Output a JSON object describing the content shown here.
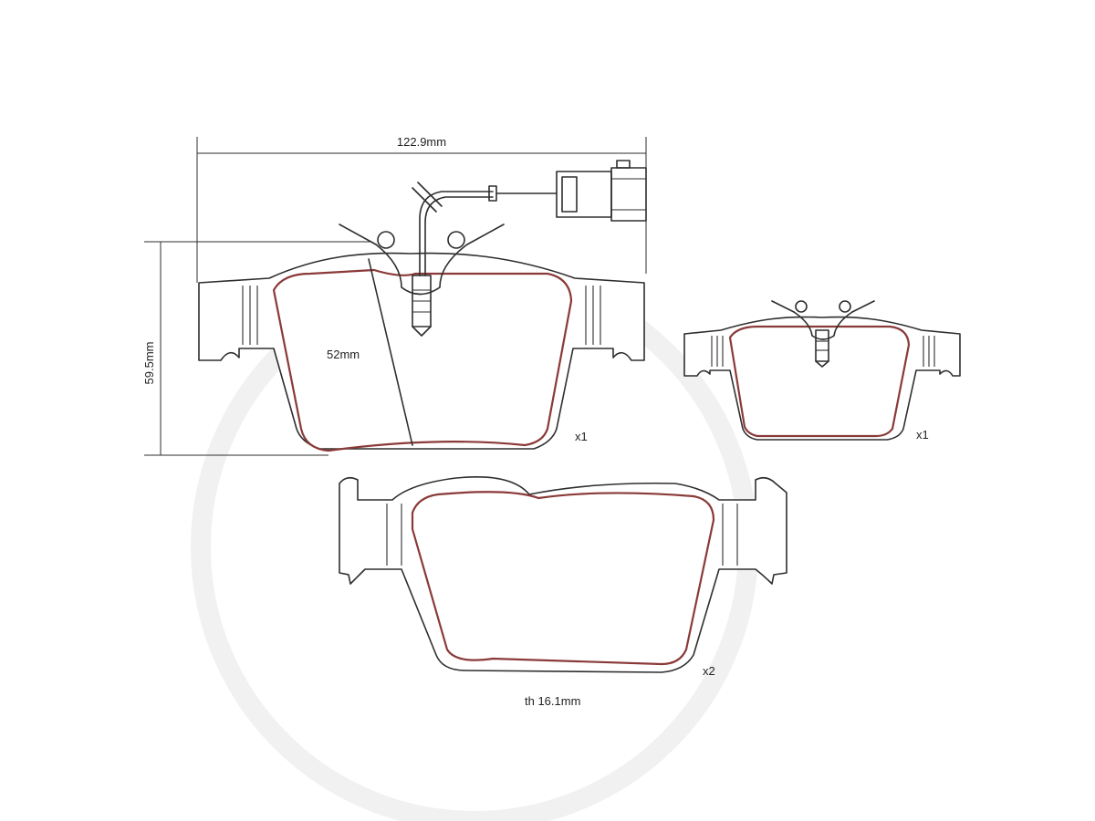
{
  "dimensions": {
    "width_label": "122.9mm",
    "height_label": "59.5mm",
    "wear_depth_label": "52mm",
    "thickness_label": "th 16.1mm"
  },
  "quantities": {
    "pad_with_sensor": "x1",
    "pad_small": "x1",
    "pad_inner": "x2"
  },
  "colors": {
    "line": "#2e2e2e",
    "friction_outline": "#8a3a38",
    "watermark": "#f1f1f1"
  }
}
